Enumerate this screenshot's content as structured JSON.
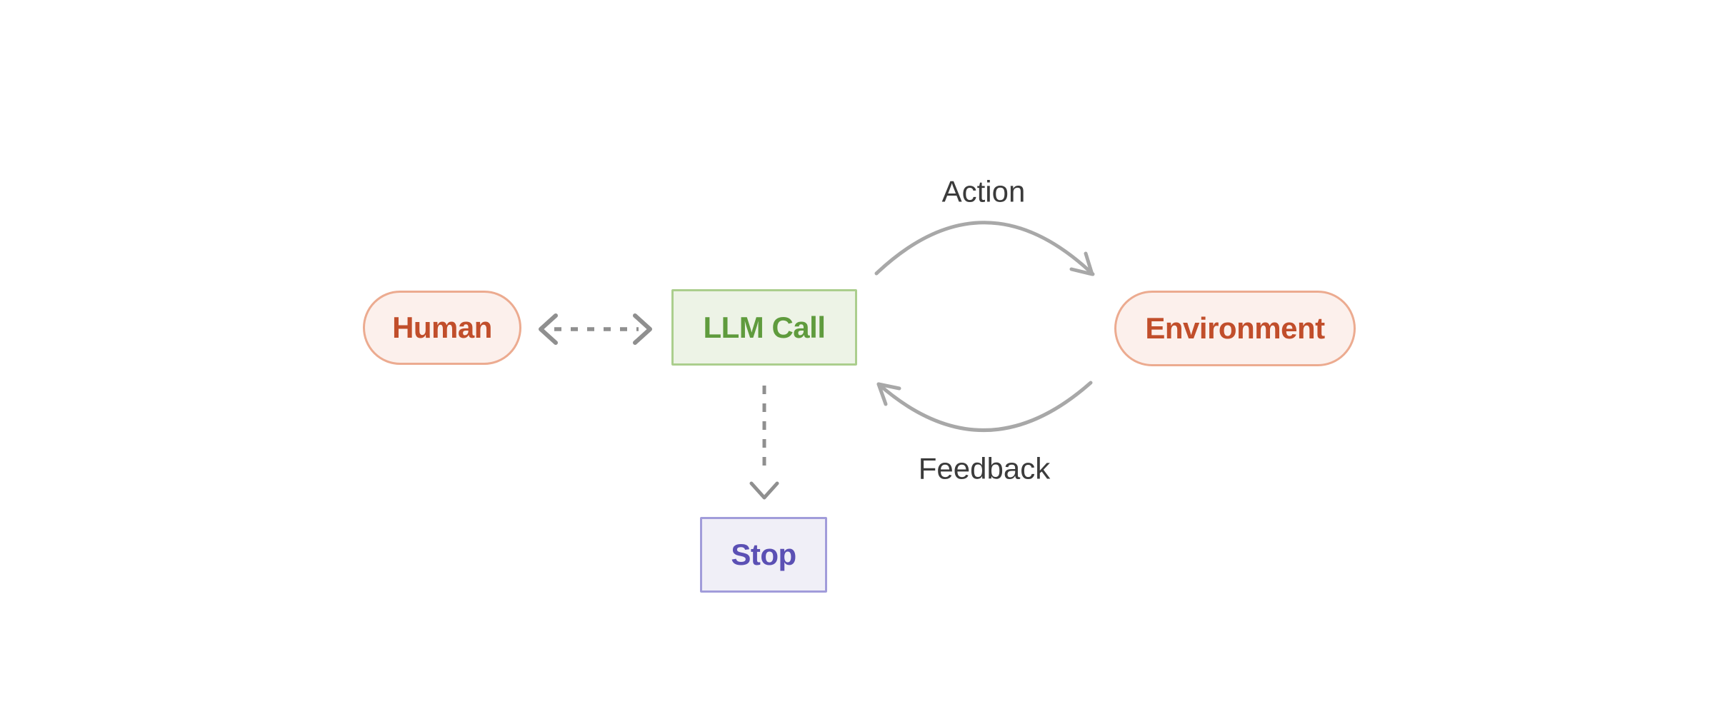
{
  "diagram": {
    "nodes": [
      {
        "id": "human",
        "label": "Human",
        "shape": "pill",
        "fill": "#fcf0ec",
        "border": "#ecab90",
        "text_color": "#c14e2b"
      },
      {
        "id": "llm-call",
        "label": "LLM Call",
        "shape": "rect",
        "fill": "#edf3e6",
        "border": "#abce8d",
        "text_color": "#5f9b3d"
      },
      {
        "id": "environment",
        "label": "Environment",
        "shape": "pill",
        "fill": "#fcf0ec",
        "border": "#ecab90",
        "text_color": "#c14e2b"
      },
      {
        "id": "stop",
        "label": "Stop",
        "shape": "rect",
        "fill": "#f0eff7",
        "border": "#a19cda",
        "text_color": "#5b50b4"
      }
    ],
    "edges": [
      {
        "from": "human",
        "to": "llm-call",
        "style": "dashed",
        "direction": "bidirectional",
        "label": ""
      },
      {
        "from": "llm-call",
        "to": "environment",
        "style": "solid-curve",
        "direction": "forward",
        "label": "Action"
      },
      {
        "from": "environment",
        "to": "llm-call",
        "style": "solid-curve",
        "direction": "forward",
        "label": "Feedback"
      },
      {
        "from": "llm-call",
        "to": "stop",
        "style": "dashed",
        "direction": "down",
        "label": ""
      }
    ],
    "edge_labels": {
      "action": "Action",
      "feedback": "Feedback"
    },
    "colors": {
      "background": "#ffffff",
      "solid_arrow": "#a8a8a8",
      "dashed_arrow": "#8f8f8f",
      "edge_label_text": "#3b3b3b"
    }
  }
}
